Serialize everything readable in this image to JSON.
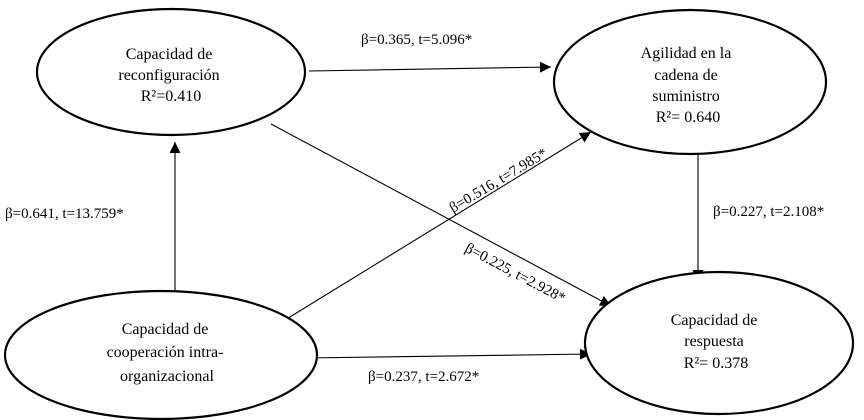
{
  "nodes": {
    "reconfig": {
      "lines": [
        "Capacidad de",
        "reconfiguración",
        "R²=0.410"
      ]
    },
    "agility": {
      "lines": [
        "Agilidad en la",
        "cadena de",
        "suministro",
        "R²= 0.640"
      ]
    },
    "cooperation": {
      "lines": [
        "Capacidad de",
        "cooperación intra-",
        "organizacional"
      ]
    },
    "response": {
      "lines": [
        "Capacidad de",
        "respuesta",
        "R²= 0.378"
      ]
    }
  },
  "edges": {
    "reconfig_to_agility": {
      "label": "β=0.365, t=5.096*"
    },
    "cooperation_to_reconfig": {
      "label": "β=0.641, t=13.759*"
    },
    "cooperation_to_agility": {
      "label": "β=0.516, t=7.985*"
    },
    "reconfig_to_response": {
      "label": "β=0.225, t=2.928*"
    },
    "agility_to_response": {
      "label": "β=0.227, t=2.108*"
    },
    "cooperation_to_response": {
      "label": "β=0.237, t=2.672*"
    }
  }
}
